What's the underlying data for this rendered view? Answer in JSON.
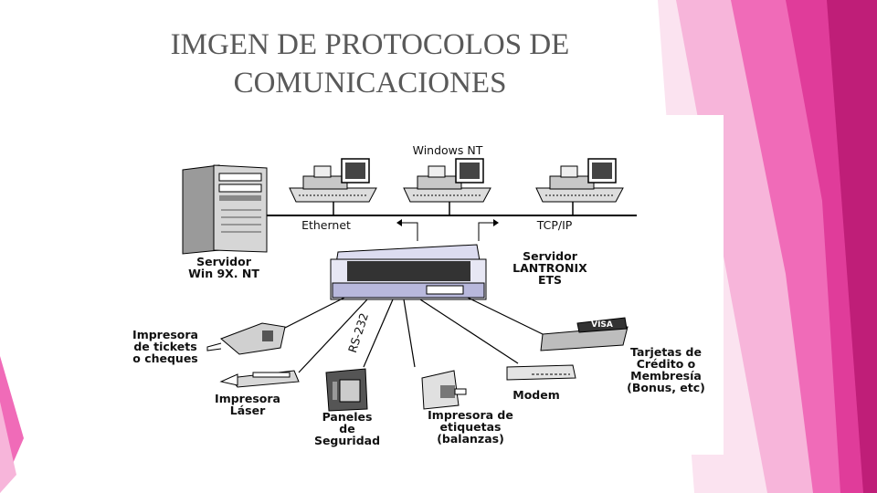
{
  "slide": {
    "title_lines": [
      "IMGEN DE PROTOCOLOS DE",
      "COMUNICACIONES"
    ],
    "colors": {
      "magenta_dark": "#bf1e78",
      "magenta": "#e03c9a",
      "pink": "#f06bb8",
      "pink_light": "#f8b6da",
      "title_text": "#595959"
    }
  },
  "diagram": {
    "os_label": "Windows NT",
    "ethernet_label": "Ethernet",
    "tcpip_label": "TCP/IP",
    "rs232_label": "RS-232",
    "server_win_lines": [
      "Servidor",
      "Win 9X. NT"
    ],
    "lantronix_lines": [
      "Servidor",
      "LANTRONIX",
      "ETS"
    ],
    "ticket_printer_lines": [
      "Impresora",
      "de tickets",
      "o cheques"
    ],
    "laser_printer_lines": [
      "Impresora",
      "Láser"
    ],
    "security_panel_lines": [
      "Paneles",
      "de",
      "Seguridad"
    ],
    "label_printer_lines": [
      "Impresora de",
      "etiquetas",
      "(balanzas)"
    ],
    "modem_label": "Modem",
    "card_lines": [
      "Tarjetas de",
      "Crédito o",
      "Membresía",
      "(Bonus, etc)"
    ],
    "card_brand": "VISA"
  }
}
